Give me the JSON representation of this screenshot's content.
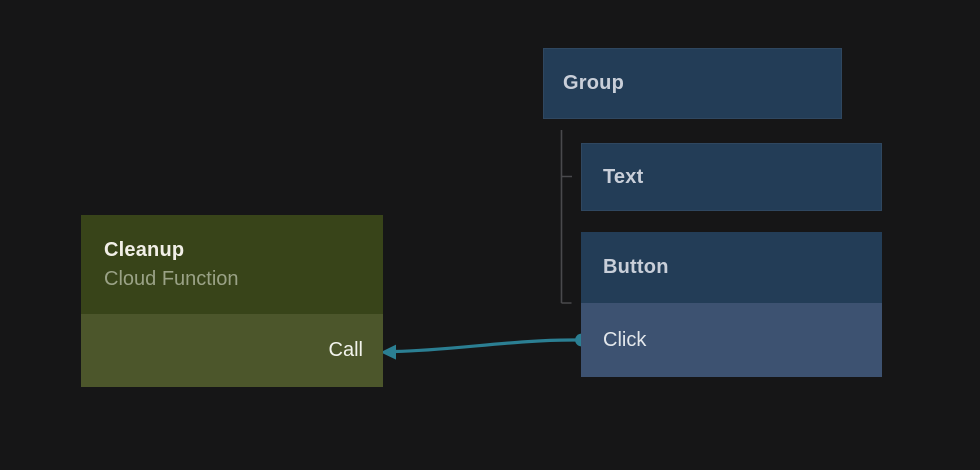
{
  "canvas": {
    "background_color": "#161617",
    "function_node": {
      "title": "Cleanup",
      "subtitle": "Cloud Function",
      "action_label": "Call",
      "header_color": "#384419",
      "action_color": "#4C562B"
    },
    "widget_tree": {
      "group": {
        "label": "Group"
      },
      "text": {
        "label": "Text"
      },
      "button": {
        "label": "Button",
        "event_label": "Click"
      },
      "node_color": "#233D57",
      "event_row_color": "#3D5271",
      "tree_line_color": "#49494C"
    },
    "wire": {
      "color": "#2B7F93",
      "from_label": "Click",
      "to_label": "Call"
    }
  }
}
